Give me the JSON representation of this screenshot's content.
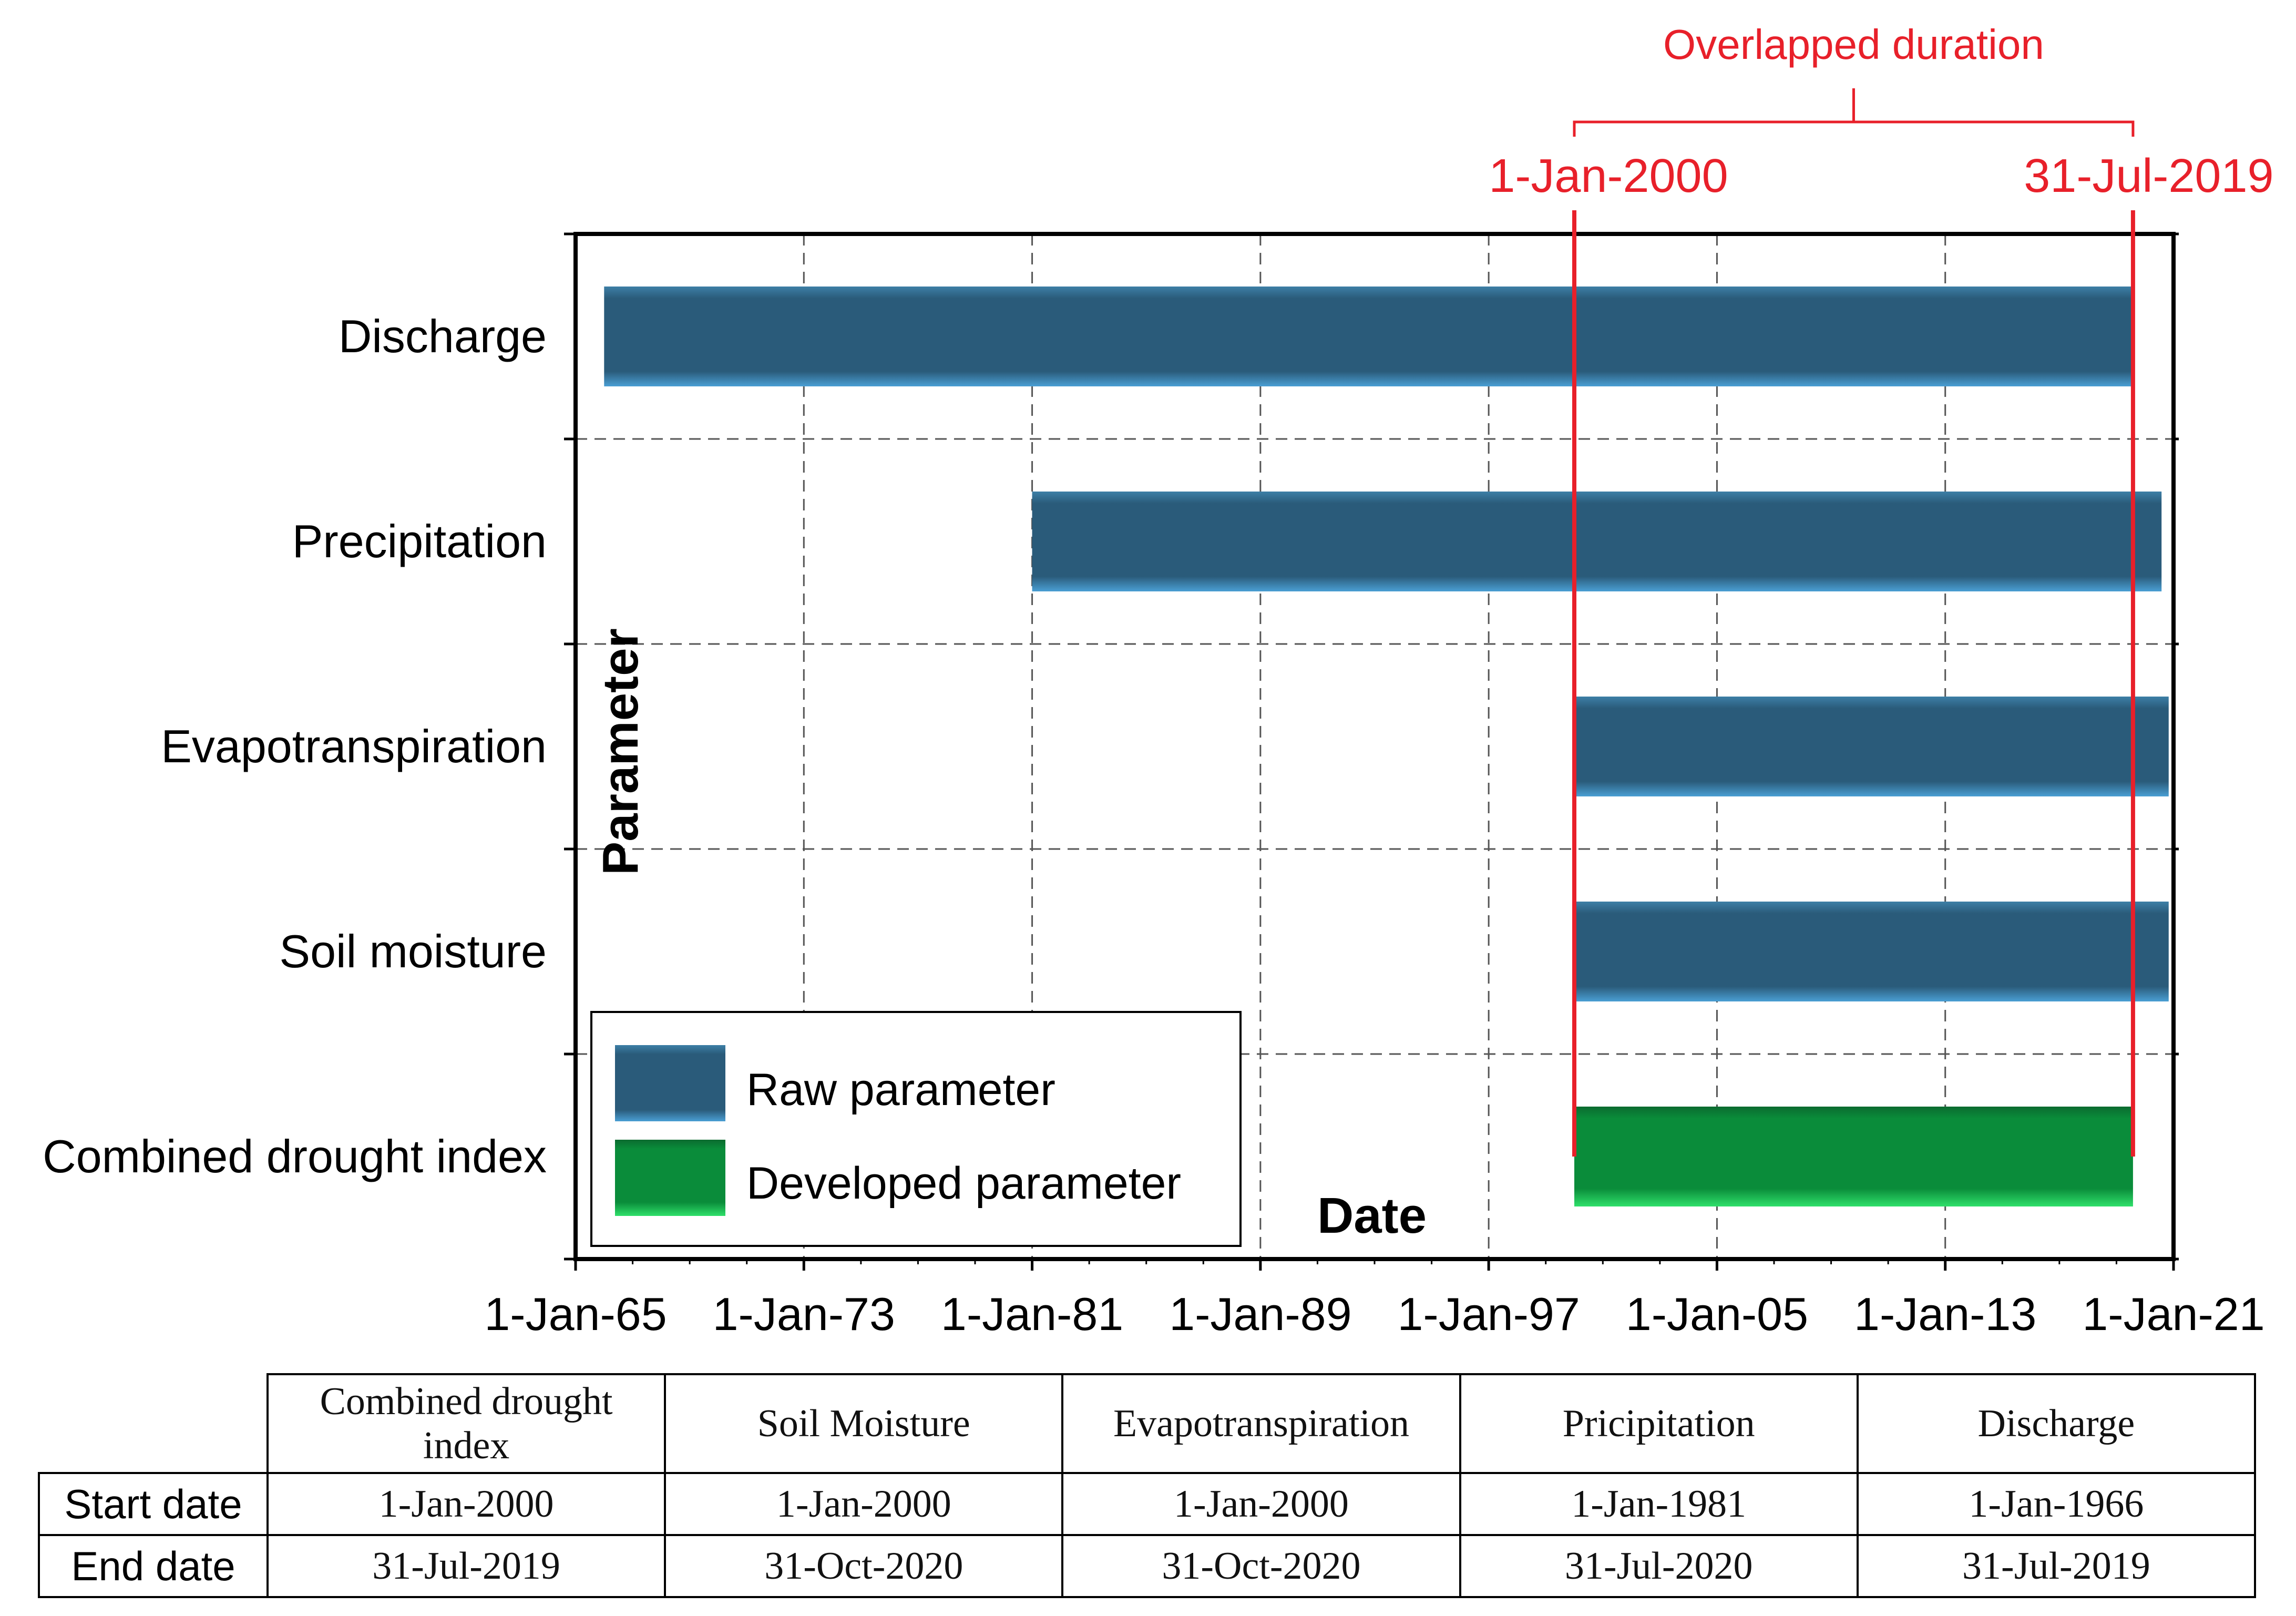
{
  "chart_data": {
    "type": "bar",
    "subtype": "horizontal-range",
    "xlabel": "Date",
    "ylabel": "Parameter",
    "x_tick_labels": [
      "1-Jan-65",
      "1-Jan-73",
      "1-Jan-81",
      "1-Jan-89",
      "1-Jan-97",
      "1-Jan-05",
      "1-Jan-13",
      "1-Jan-21"
    ],
    "x_ticks_year": [
      1965,
      1973,
      1981,
      1989,
      1997,
      2005,
      2013,
      2021
    ],
    "xlim": [
      1965,
      2021
    ],
    "grid": true,
    "legend_position": "bottom-left",
    "bars": [
      {
        "category": "Discharge",
        "start": 1966.0,
        "end": 2019.58,
        "series": "Raw parameter"
      },
      {
        "category": "Precipitation",
        "start": 1981.0,
        "end": 2020.58,
        "series": "Raw parameter"
      },
      {
        "category": "Evapotranspiration",
        "start": 2000.0,
        "end": 2020.83,
        "series": "Raw parameter"
      },
      {
        "category": "Soil moisture",
        "start": 2000.0,
        "end": 2020.83,
        "series": "Raw parameter"
      },
      {
        "category": "Combined drought index",
        "start": 2000.0,
        "end": 2019.58,
        "series": "Developed parameter"
      }
    ],
    "series": [
      {
        "name": "Raw parameter",
        "color": "#2a5b7a"
      },
      {
        "name": "Developed parameter",
        "color": "#0a8c3a"
      }
    ],
    "annotations": {
      "bracket_label": "Overlapped duration",
      "start_label": "1-Jan-2000",
      "end_label": "31-Jul-2019",
      "start_year": 2000.0,
      "end_year": 2019.58,
      "color": "#e8202a"
    }
  },
  "table": {
    "headers": [
      "Combined drought index",
      "Soil Moisture",
      "Evapotranspiration",
      "Pricipitation",
      "Discharge"
    ],
    "rows": [
      {
        "label": "Start date",
        "values": [
          "1-Jan-2000",
          "1-Jan-2000",
          "1-Jan-2000",
          "1-Jan-1981",
          "1-Jan-1966"
        ]
      },
      {
        "label": "End date",
        "values": [
          "31-Jul-2019",
          "31-Oct-2020",
          "31-Oct-2020",
          "31-Jul-2020",
          "31-Jul-2019"
        ]
      }
    ]
  }
}
